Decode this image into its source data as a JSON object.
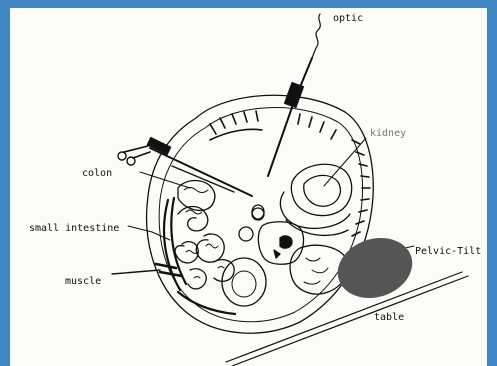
{
  "labels": {
    "optic": "optic",
    "kidney": "kidney",
    "colon": "colon",
    "small_intestine": "small intestine",
    "muscle": "muscle",
    "pelvic_tilt": "Pelvic-Tilt",
    "table": "table"
  },
  "colors": {
    "frame": "#3f86c2",
    "paper": "#fbfbf8",
    "ink": "#111111",
    "pelvic_tilt_fill": "#555555"
  }
}
